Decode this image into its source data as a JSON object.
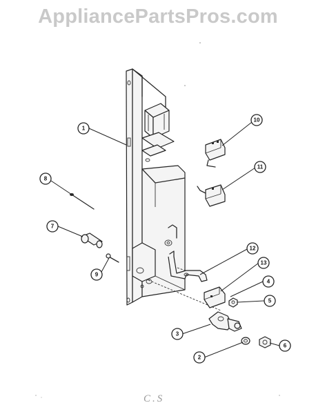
{
  "watermark": "AppliancePartsPros.com",
  "footer_code": "C.S",
  "callouts": [
    {
      "id": "1",
      "label": "1"
    },
    {
      "id": "2",
      "label": "2"
    },
    {
      "id": "3",
      "label": "3"
    },
    {
      "id": "4",
      "label": "4"
    },
    {
      "id": "5",
      "label": "5"
    },
    {
      "id": "6",
      "label": "6"
    },
    {
      "id": "7",
      "label": "7"
    },
    {
      "id": "8",
      "label": "8"
    },
    {
      "id": "9",
      "label": "9"
    },
    {
      "id": "10",
      "label": "10"
    },
    {
      "id": "11",
      "label": "11"
    },
    {
      "id": "12",
      "label": "12"
    },
    {
      "id": "13",
      "label": "13"
    }
  ]
}
